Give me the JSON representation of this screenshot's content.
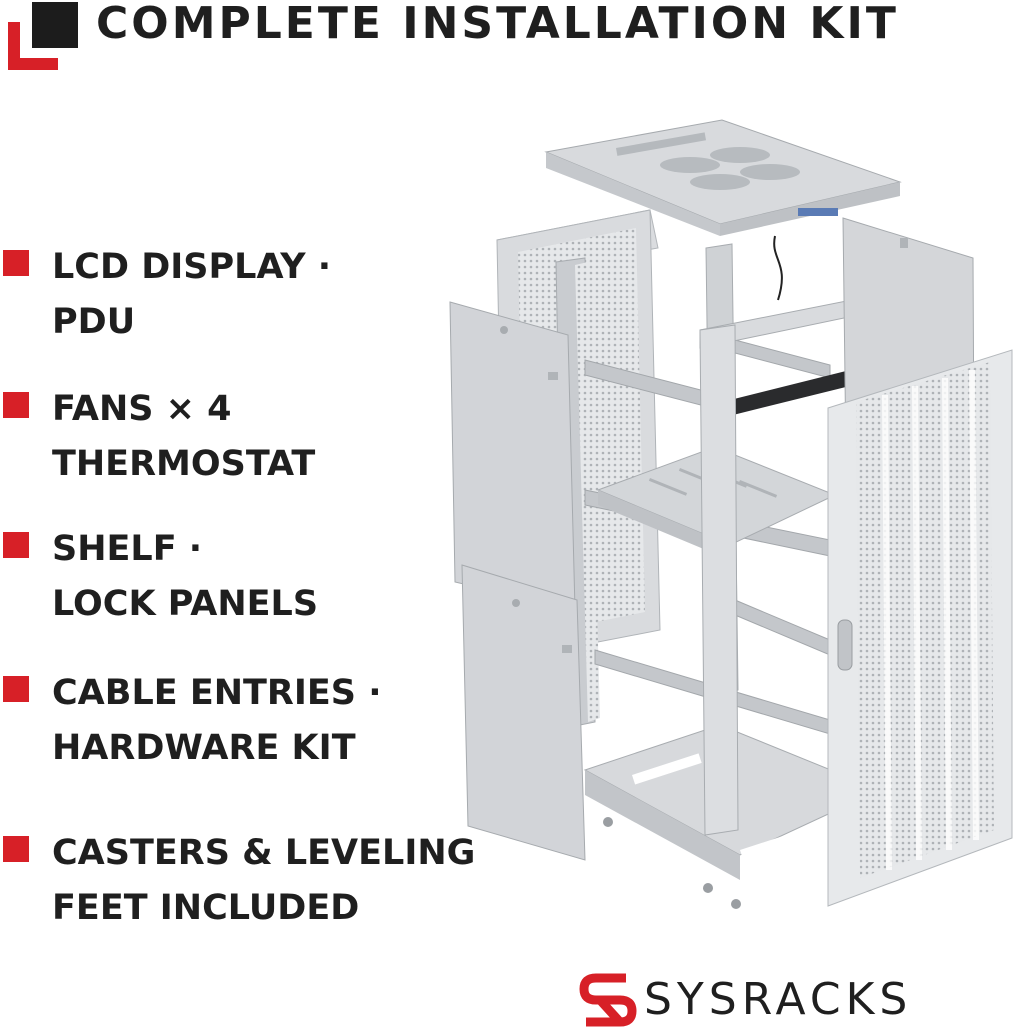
{
  "header": {
    "title": "COMPLETE INSTALLATION KIT"
  },
  "features": [
    {
      "line1": "LCD DISPLAY ·",
      "line2": "PDU"
    },
    {
      "line1": "FANS × 4",
      "line2": "THERMOSTAT"
    },
    {
      "line1": "SHELF ·",
      "line2": "LOCK PANELS"
    },
    {
      "line1": "CABLE ENTRIES ·",
      "line2": "HARDWARE KIT"
    },
    {
      "line1": "CASTERS & LEVELING",
      "line2": "FEET INCLUDED"
    }
  ],
  "brand": {
    "name": "SYSRACKS",
    "accent_color": "#d72027",
    "dark_color": "#1c1c1c"
  },
  "image": {
    "subject": "server-rack-cabinet-exploded-view"
  }
}
